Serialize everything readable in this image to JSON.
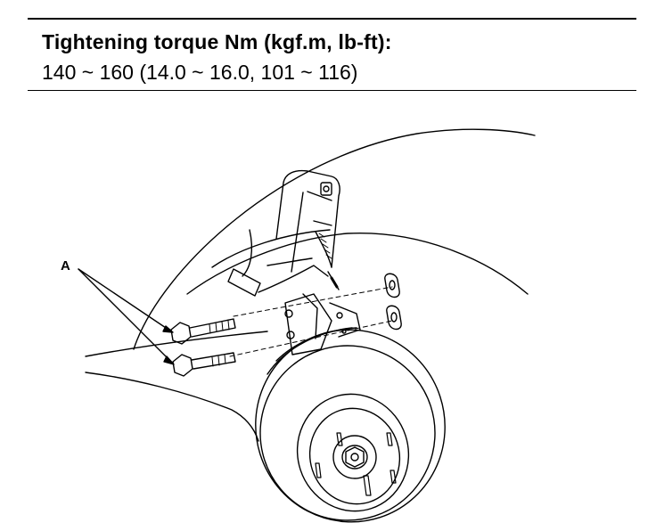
{
  "spec": {
    "title": "Tightening torque Nm (kgf.m, lb-ft):",
    "value": "140 ~ 160 (14.0 ~ 16.0, 101 ~ 116)"
  },
  "callouts": {
    "bolts_label": "A"
  }
}
